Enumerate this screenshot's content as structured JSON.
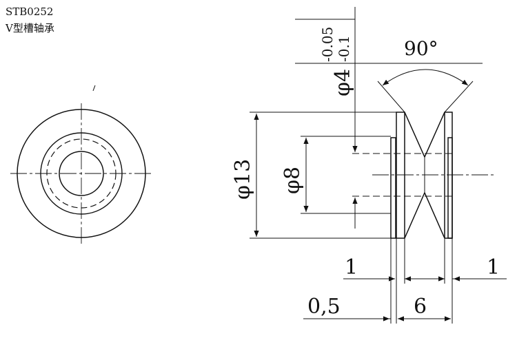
{
  "header": {
    "model_code": "STB0252",
    "description": "V型槽轴承"
  },
  "dimensions": {
    "groove_angle": "90°",
    "bore": "φ4",
    "bore_tol_upper": "-0.05",
    "bore_tol_lower": "-0.1",
    "outer_diameter": "φ13",
    "groove_root_diameter": "φ8",
    "flange_left": "1",
    "flange_right": "1",
    "offset": "0,5",
    "width": "6"
  },
  "colors": {
    "line": "#111111",
    "background": "#ffffff"
  }
}
